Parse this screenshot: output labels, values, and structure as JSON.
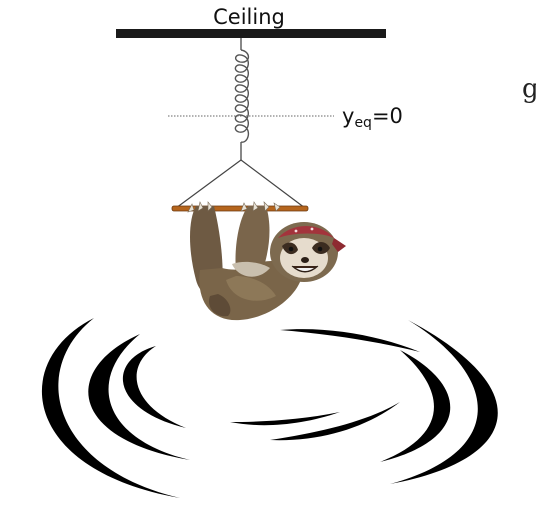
{
  "diagram": {
    "ceiling_label": "Ceiling",
    "equilibrium": {
      "symbol": "y",
      "subscript": "eq",
      "value": "=0"
    },
    "cropped_text_fragment": "g"
  }
}
